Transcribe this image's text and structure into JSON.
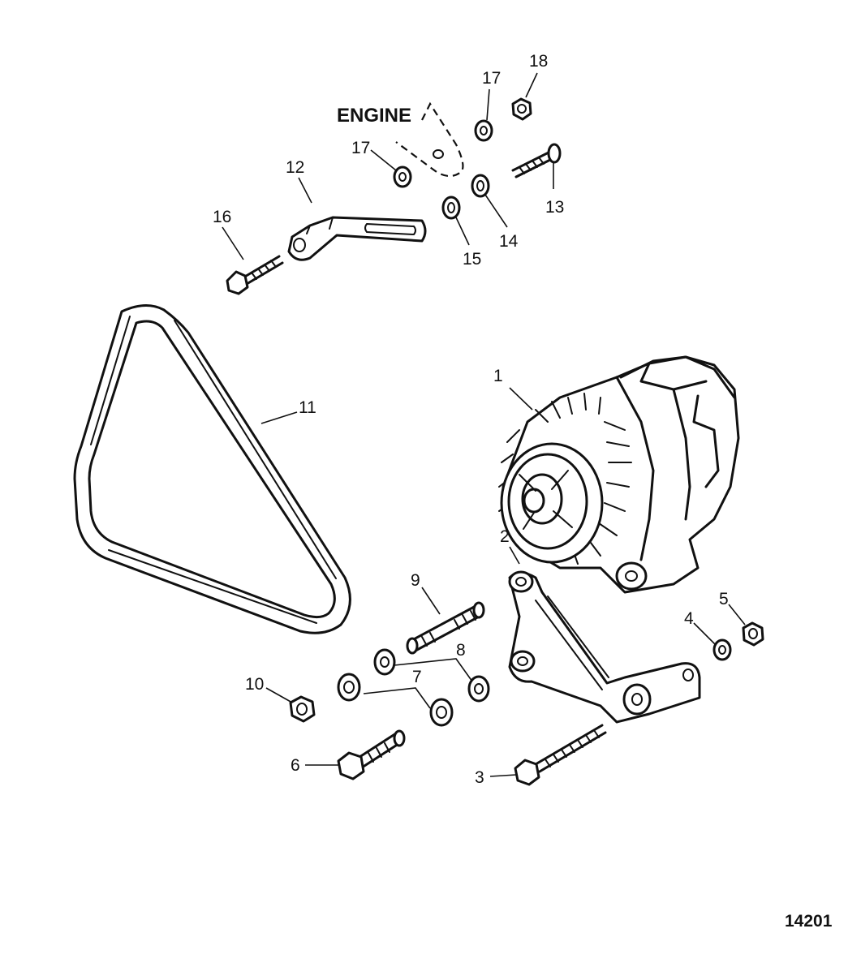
{
  "engine_label": "ENGINE",
  "figure_number": "14201",
  "callouts": {
    "c1": "1",
    "c2": "2",
    "c3": "3",
    "c4": "4",
    "c5": "5",
    "c6": "6",
    "c7": "7",
    "c8": "8",
    "c9": "9",
    "c10": "10",
    "c11": "11",
    "c12": "12",
    "c13": "13",
    "c14": "14",
    "c15": "15",
    "c16": "16",
    "c17a": "17",
    "c17b": "17",
    "c18": "18"
  }
}
